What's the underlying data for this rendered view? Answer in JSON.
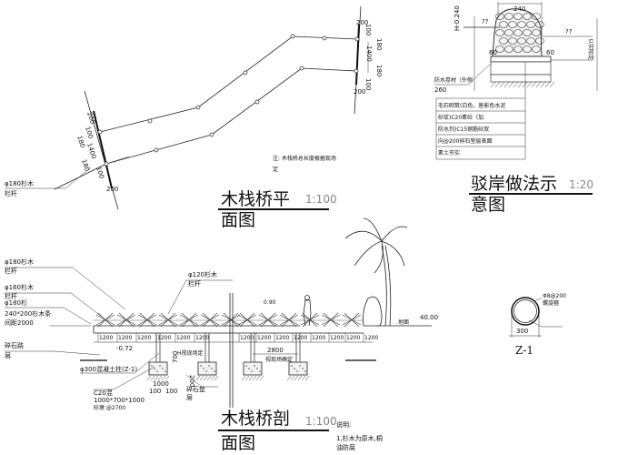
{
  "plan": {
    "title_line1": "木栈桥平",
    "title_line2": "面图",
    "scale": "1:100",
    "note_line1": "注: 木栈桥总长度根据现场",
    "note_line2": "定",
    "rail_label_1": "φ180杉木",
    "rail_label_2": "栏杆",
    "dims_left": [
      "200",
      "100",
      "180",
      "1400",
      "180",
      "100",
      "200"
    ],
    "dims_right": [
      "200",
      "100",
      "180",
      "1400",
      "180",
      "100",
      "200"
    ]
  },
  "revetment": {
    "title_line1": "驳岸做法示",
    "title_line2": "意图",
    "scale": "1:20",
    "width_dim": "240",
    "height_label": "H-0.240",
    "unknown_dim_1": "??",
    "unknown_dim_2": "??",
    "side_dim_left": "60",
    "side_dim_right": "60",
    "right_note": "以实际定",
    "membrane_label_1": "防水卷材（外侧",
    "membrane_label_2": "260",
    "layers": [
      "毛石砌筑(白色，座影色水泥",
      "砂浆)C20素砼（加",
      "防水剂)C15钢筋砼双",
      "向@200碎石垫层表面",
      "素土夯实"
    ]
  },
  "section": {
    "title_line1": "木栈桥剖",
    "title_line2": "面图",
    "scale": "1:100",
    "labels": {
      "rail180_1": "φ180杉木",
      "rail180_2": "栏杆",
      "rail160_1": "φ160杉木",
      "rail160_2": "栏杆",
      "post180": "φ180杉",
      "beam": "240*200杉木条",
      "spacing": "间距2000",
      "gravel_1": "碎石路",
      "gravel_2": "层",
      "column": "φ300混凝土柱(Z-1)",
      "rail120_1": "φ120杉木",
      "rail120_2": "栏杆",
      "concrete_1": "C20混",
      "concrete_2": "1000*700*1000",
      "concrete_3": "砼墩 @2700",
      "cushion_1": "碎石垫",
      "cushion_2": "层",
      "level_low": "-0.72",
      "h_note": "H视现场定",
      "span": "2800",
      "span_note": "视现场确定",
      "dim_100a": "100",
      "dim_1000": "1000",
      "dim_100b": "100",
      "dim_700": "700",
      "dim_200": "200",
      "level_top": "0.90",
      "ground": "地面",
      "level_ground": "40.00"
    },
    "plank_dims": [
      "1200",
      "1200",
      "1200",
      "1200",
      "1200",
      "1200",
      "1200",
      "1200",
      "1200",
      "1200",
      "1200",
      "1200",
      "1200",
      "1200"
    ],
    "notes_title": "说明:",
    "notes_line1": "1,杉木为原木,桐",
    "notes_line2": "油防腐"
  },
  "column_detail": {
    "name": "Z-1",
    "diameter": "300",
    "rebar_1": "Φ8@200",
    "rebar_2": "螺旋箍"
  }
}
